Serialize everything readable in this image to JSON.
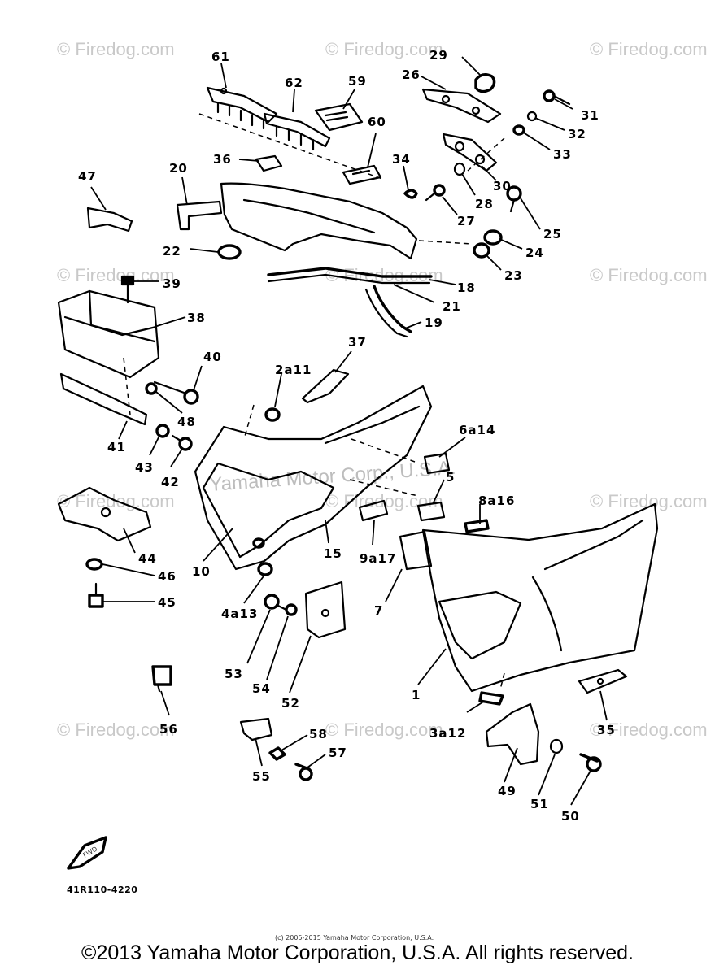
{
  "watermarks": {
    "r1c1": "© Firedog.com",
    "r1c2": "© Firedog.com",
    "r1c3": "© Firedog.com",
    "r2c1": "© Firedog.com",
    "r2c2": "© Firedog.com",
    "r2c3": "© Firedog.com",
    "r3c1": "© Firedog.com",
    "r3c2": "© Firedog.com",
    "r3c3": "© Firedog.com",
    "r4c1": "© Firedog.com",
    "r4c2": "© Firedog.com",
    "r4c3": "© Firedog.com",
    "center": "Yamaha Motor Corp., U.S.A."
  },
  "callouts": {
    "p61": "61",
    "p62": "62",
    "p59": "59",
    "p29": "29",
    "p26": "26",
    "p31": "31",
    "p32": "32",
    "p33": "33",
    "p60": "60",
    "p36": "36",
    "p34": "34",
    "p30": "30",
    "p28": "28",
    "p27": "27",
    "p25": "25",
    "p24": "24",
    "p23": "23",
    "p47": "47",
    "p20": "20",
    "p22": "22",
    "p18": "18",
    "p21": "21",
    "p19": "19",
    "p39": "39",
    "p38": "38",
    "p37": "37",
    "p2a11": "2a11",
    "p40": "40",
    "p48": "48",
    "p6a14": "6a14",
    "p41": "41",
    "p43": "43",
    "p42": "42",
    "p5": "5",
    "p8a16": "8a16",
    "p44": "44",
    "p46": "46",
    "p45": "45",
    "p10": "10",
    "p15": "15",
    "p9a17": "9a17",
    "p7": "7",
    "p4a13": "4a13",
    "p53": "53",
    "p54": "54",
    "p52": "52",
    "p1": "1",
    "p56": "56",
    "p3a12": "3a12",
    "p35": "35",
    "p58": "58",
    "p57": "57",
    "p55": "55",
    "p49": "49",
    "p51": "51",
    "p50": "50"
  },
  "arrow_label": "FWD",
  "diagram_code": "41R110-4220",
  "small_copyright": "(c) 2005-2015 Yamaha Motor Corporation, U.S.A.",
  "copyright": "©2013 Yamaha Motor Corporation, U.S.A. All rights reserved."
}
